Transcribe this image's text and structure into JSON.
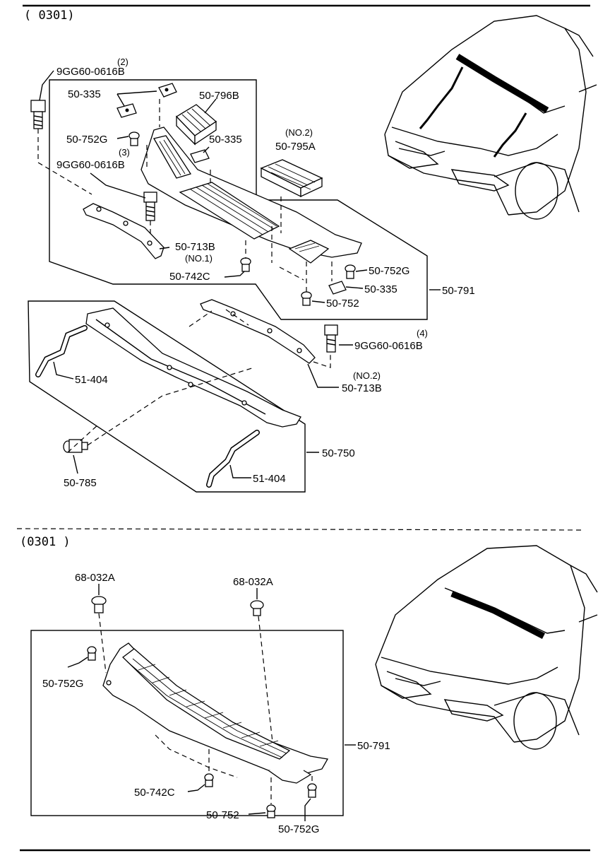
{
  "section_top": {
    "header": "(  0301)"
  },
  "section_bottom": {
    "header": "(0301  )"
  },
  "labels": {
    "bolt_2_qty": "(2)",
    "bolt_2": "9GG60-0616B",
    "clip_335_a": "50-335",
    "grille_796b": "50-796B",
    "clip_752g_a": "50-752G",
    "bolt_3_qty": "(3)",
    "bolt_3": "9GG60-0616B",
    "clip_335_b": "50-335",
    "grille_795a_note": "(NO.2)",
    "grille_795a": "50-795A",
    "bracket_713b_no1": "50-713B",
    "bracket_713b_no1_note": "(NO.1)",
    "clip_742c_a": "50-742C",
    "clip_752g_b": "50-752G",
    "clip_335_c": "50-335",
    "clip_752_a": "50-752",
    "cowl_791_a": "50-791",
    "bolt_4_qty": "(4)",
    "bolt_4": "9GG60-0616B",
    "bracket_713b_no2_note": "(NO.2)",
    "bracket_713b_no2": "50-713B",
    "hose_404_a": "51-404",
    "panel_750": "50-750",
    "nozzle_785": "50-785",
    "hose_404_b": "51-404",
    "clip_032a_a": "68-032A",
    "clip_032a_b": "68-032A",
    "clip_752g_c": "50-752G",
    "cowl_791_b": "50-791",
    "clip_742c_b": "50-742C",
    "clip_752_b": "50-752",
    "clip_752g_d": "50-752G"
  }
}
